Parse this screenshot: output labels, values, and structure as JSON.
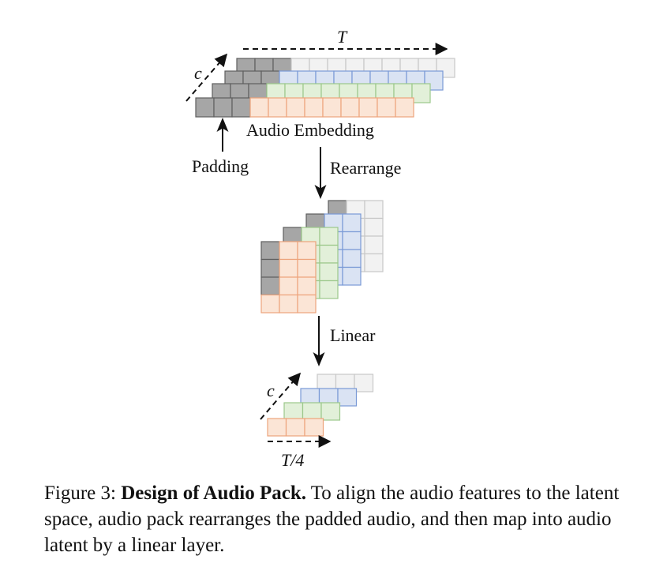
{
  "diagram": {
    "label_time": "T",
    "label_channel_top": "c",
    "label_audio_embedding": "Audio Embedding",
    "label_padding": "Padding",
    "label_rearrange": "Rearrange",
    "label_linear": "Linear",
    "label_channel_bottom": "c",
    "label_time_quarter": "T/4"
  },
  "caption": {
    "prefix": "Figure 3: ",
    "title": "Design of Audio Pack.",
    "body": " To align the audio features to the latent space, audio pack rearranges the padded audio, and then map into audio latent by a linear layer."
  },
  "colors": {
    "pad_fill": "#a6a6a6",
    "pad_stroke": "#5f5f5f",
    "gray_fill": "#f2f2f2",
    "gray_stroke": "#c8c8c8",
    "blue_fill": "#dae3f3",
    "blue_stroke": "#7a9ad6",
    "green_fill": "#e2f0d9",
    "green_stroke": "#9bc88a",
    "orange_fill": "#fbe5d6",
    "orange_stroke": "#eda47c"
  }
}
